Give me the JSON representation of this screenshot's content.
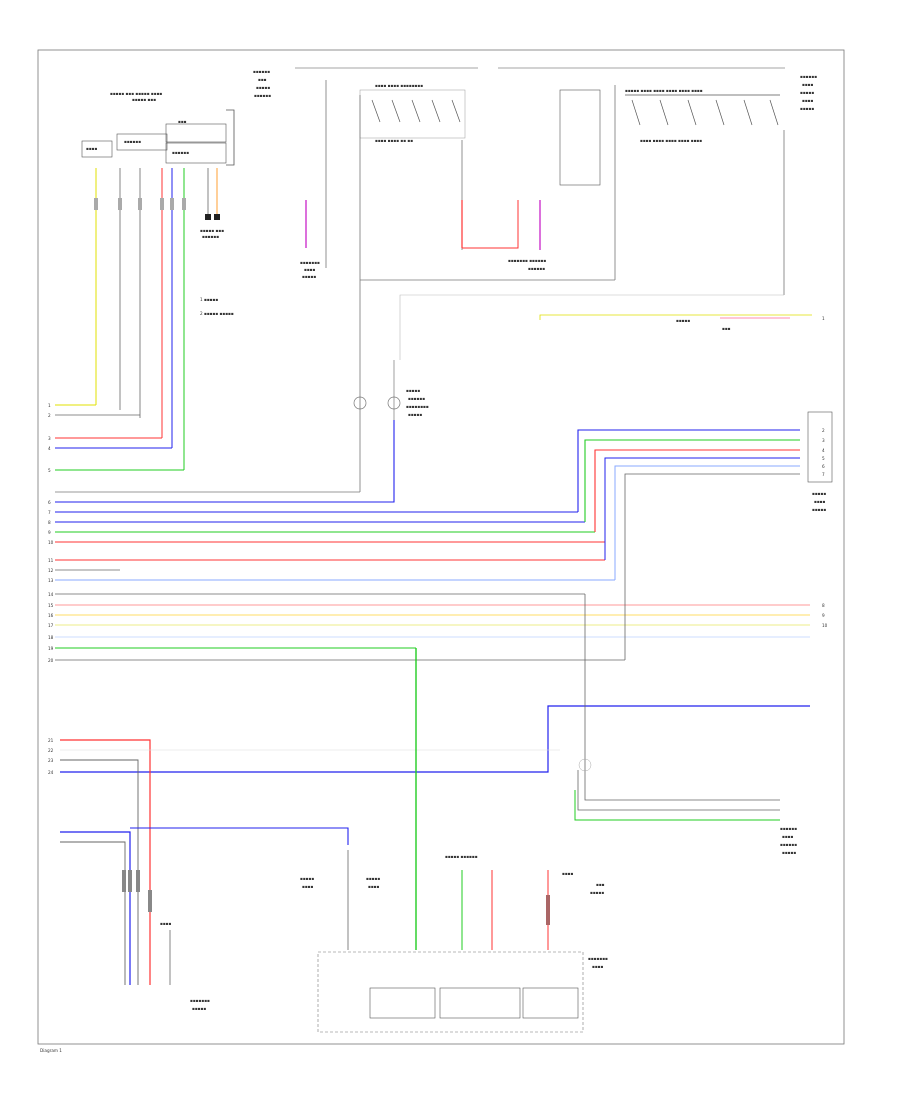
{
  "diagram": {
    "corner_label": "Diagram 1",
    "left_pins": [
      "1",
      "2",
      "3",
      "4",
      "5",
      "6",
      "7",
      "8",
      "9",
      "10",
      "11",
      "12",
      "13",
      "14",
      "15",
      "16",
      "17",
      "18",
      "19",
      "20",
      "21",
      "22",
      "23",
      "24"
    ],
    "right_pins": [
      "1",
      "2",
      "3",
      "4",
      "5",
      "6",
      "7",
      "8",
      "9",
      "10"
    ],
    "wire_colors": {
      "yellow": "#e0e000",
      "red": "#ff3333",
      "blue": "#2222ee",
      "green": "#22cc22",
      "pink": "#ff6699",
      "magenta": "#cc33cc",
      "gray": "#666666",
      "black": "#111111",
      "lightblue": "#88aaff",
      "lightgreen": "#aaddaa"
    }
  }
}
